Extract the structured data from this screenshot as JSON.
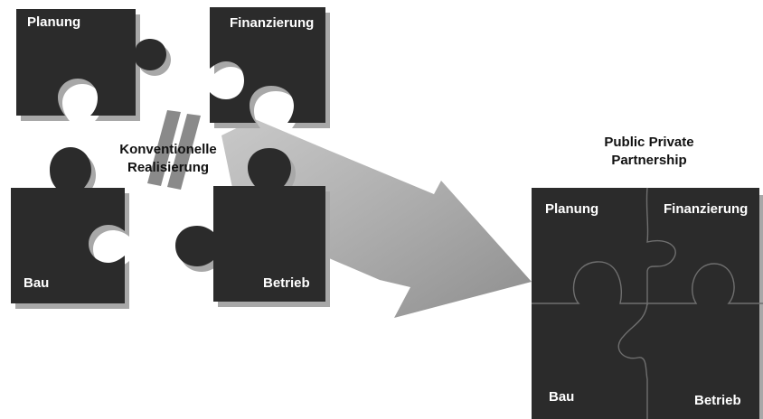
{
  "colors": {
    "piece": "#2b2b2b",
    "shadow": "#a8a8a8",
    "arrow": "#8c8c8c",
    "seam": "#777777",
    "label_light": "#ffffff",
    "label_dark": "#111111"
  },
  "conventional": {
    "title_line1": "Konventionelle",
    "title_line2": "Realisierung",
    "pieces": {
      "planung": "Planung",
      "finanzierung": "Finanzierung",
      "bau": "Bau",
      "betrieb": "Betrieb"
    }
  },
  "ppp": {
    "title_line1": "Public Private",
    "title_line2": "Partnership",
    "pieces": {
      "planung": "Planung",
      "finanzierung": "Finanzierung",
      "bau": "Bau",
      "betrieb": "Betrieb"
    }
  }
}
